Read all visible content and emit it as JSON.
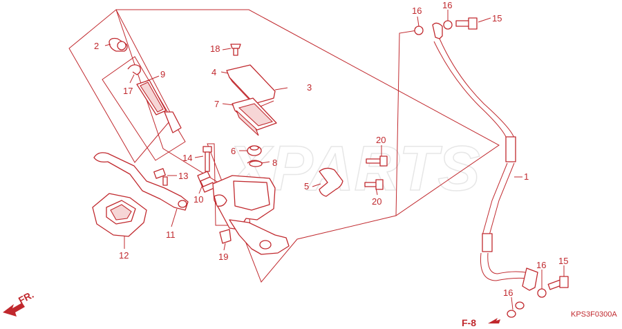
{
  "watermark": "XPARTS",
  "diagram_code": "KPS3F0300A",
  "ref_page": "F-8",
  "direction_label": "FR.",
  "callouts": {
    "c1": "1",
    "c2": "2",
    "c3": "3",
    "c4": "4",
    "c5": "5",
    "c6": "6",
    "c7": "7",
    "c8": "8",
    "c9": "9",
    "c10": "10",
    "c11": "11",
    "c12": "12",
    "c13": "13",
    "c14": "14",
    "c15a": "15",
    "c15b": "15",
    "c16a": "16",
    "c16b": "16",
    "c16c": "16",
    "c16d": "16",
    "c17": "17",
    "c18": "18",
    "c19": "19",
    "c20a": "20",
    "c20b": "20"
  },
  "colors": {
    "ink": "#c0282d",
    "watermark": "#dcdcdc",
    "background": "#ffffff"
  }
}
